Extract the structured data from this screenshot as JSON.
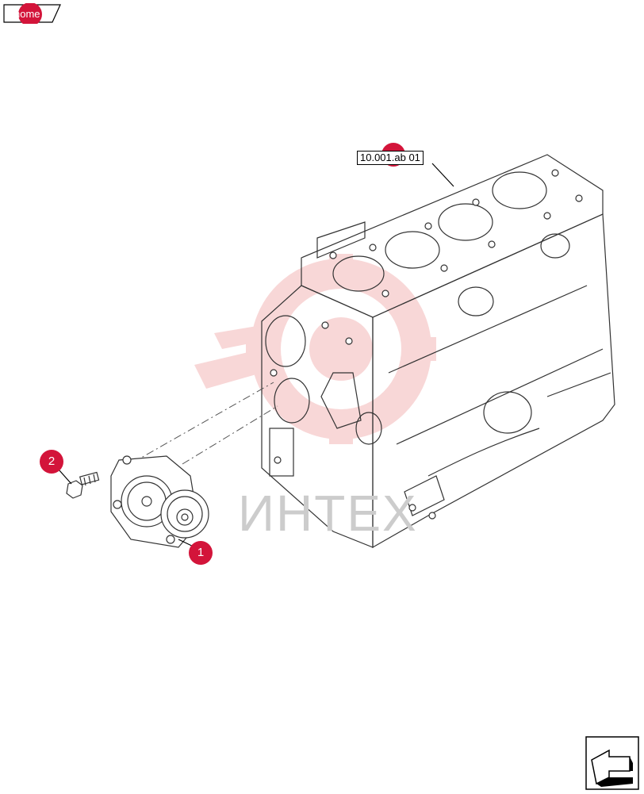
{
  "nav": {
    "home_label": "home"
  },
  "reference": {
    "code": "10.001.ab 01"
  },
  "callouts": [
    {
      "id": "1",
      "label": "1"
    },
    {
      "id": "2",
      "label": "2"
    }
  ],
  "watermark": {
    "text": "ИНТЕХ"
  },
  "colors": {
    "callout": "#d3143a",
    "watermark_logo": "#f3b7b7",
    "line": "#333333"
  },
  "icons": {
    "next_page": "next-page-arrow-icon"
  }
}
